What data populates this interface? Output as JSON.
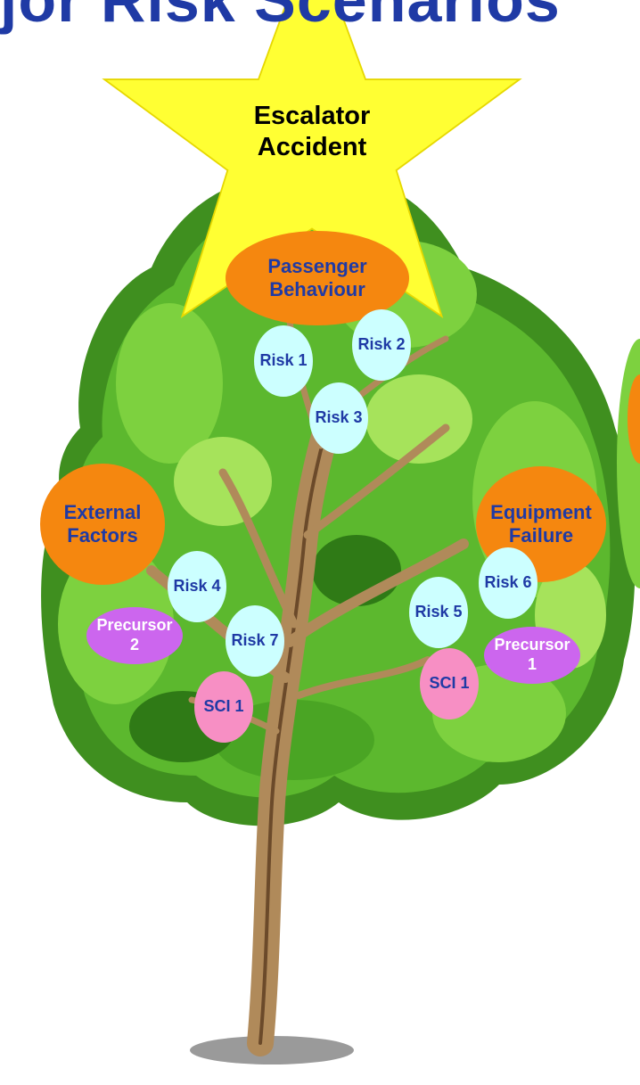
{
  "title": "ajor Risk Scenarios",
  "colors": {
    "title": "#1f3aa5",
    "star": "#ffff33",
    "category_node": "#f5870f",
    "risk_node": "#ccffff",
    "precursor_node": "#cc66ee",
    "sci_node": "#f78fc4",
    "foliage": "#5cb82e",
    "trunk": "#b08a5a"
  },
  "diagram": {
    "top_event": "Escalator\nAccident",
    "categories": {
      "passenger": "Passenger\nBehaviour",
      "external": "External\nFactors",
      "equipment": "Equipment\nFailure"
    },
    "risks": {
      "r1": "Risk 1",
      "r2": "Risk 2",
      "r3": "Risk 3",
      "r4": "Risk 4",
      "r5": "Risk 5",
      "r6": "Risk 6",
      "r7": "Risk 7"
    },
    "precursors": {
      "p2": "Precursor\n2",
      "p1": "Precursor\n1"
    },
    "scis": {
      "left": "SCI 1",
      "right": "SCI 1"
    }
  }
}
